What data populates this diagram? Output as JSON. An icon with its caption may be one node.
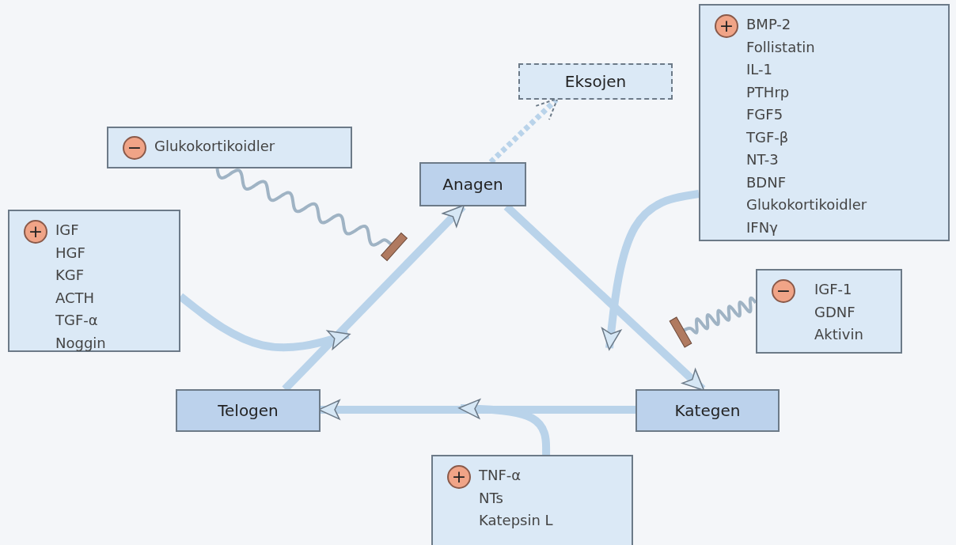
{
  "diagram": {
    "nodes": [
      {
        "text": [
          "Anagen"
        ]
      },
      {
        "text": [
          "Kategen"
        ]
      },
      {
        "text": [
          "Telogen"
        ]
      },
      {
        "text": [
          "Eksojen"
        ]
      },
      {
        "text": [
          "−",
          "Glukokortikoidler"
        ]
      },
      {
        "text": [
          "+",
          "IGF",
          "HGF",
          "KGF",
          "ACTH",
          "TGF-α",
          "Noggin"
        ]
      },
      {
        "text": [
          "+",
          "BMP-2",
          "Follistatin",
          "IL-1",
          "PTHrp",
          "FGF5",
          "TGF-β",
          "NT-3",
          "BDNF",
          "Glukokortikoidler",
          "IFNγ"
        ]
      },
      {
        "text": [
          "−",
          "IGF-1",
          "GDNF",
          "Aktivin"
        ]
      },
      {
        "text": [
          "+",
          "TNF-α",
          "NTs",
          "Katepsin L"
        ]
      }
    ],
    "edges": [
      {
        "from": 2,
        "to": 0,
        "arrow": "to"
      },
      {
        "from": 0,
        "to": 1,
        "arrow": "to"
      },
      {
        "from": 1,
        "to": 2,
        "arrow": "to"
      },
      {
        "from": 0,
        "to": 3,
        "arrow": "to",
        "style": "dashed"
      },
      {
        "from": 5,
        "to": null,
        "arrow": "to"
      },
      {
        "from": 6,
        "to": null,
        "arrow": "to"
      },
      {
        "from": 8,
        "to": null,
        "arrow": "to"
      },
      {
        "from": 4,
        "to": null,
        "arrow": "other"
      },
      {
        "from": 7,
        "to": null,
        "arrow": "other"
      }
    ]
  }
}
